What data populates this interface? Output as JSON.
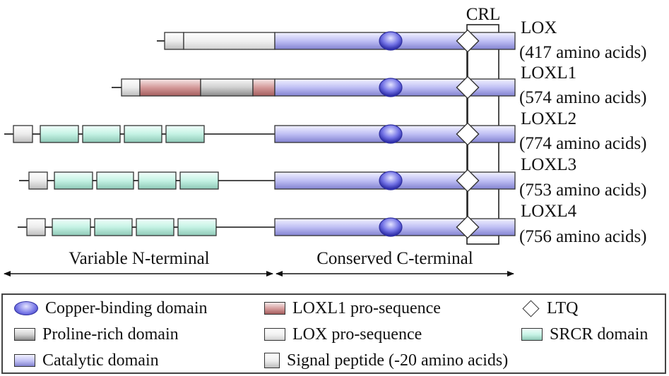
{
  "crl_label": "CRL",
  "proteins": [
    {
      "name": "LOX",
      "length_text": "(417 amino acids)",
      "segments": [
        {
          "type": "line",
          "start": 222,
          "end": 233
        },
        {
          "type": "signal",
          "start": 233,
          "end": 260
        },
        {
          "type": "lox_pro",
          "start": 260,
          "end": 389
        },
        {
          "type": "catalytic",
          "start": 389,
          "end": 729
        }
      ]
    },
    {
      "name": "LOXL1",
      "length_text": "(574 amino acids)",
      "segments": [
        {
          "type": "line",
          "start": 158,
          "end": 172
        },
        {
          "type": "signal",
          "start": 172,
          "end": 198
        },
        {
          "type": "loxl1_pro",
          "start": 198,
          "end": 284
        },
        {
          "type": "proline",
          "start": 284,
          "end": 358
        },
        {
          "type": "loxl1_pro",
          "start": 358,
          "end": 389
        },
        {
          "type": "catalytic",
          "start": 389,
          "end": 729
        }
      ]
    },
    {
      "name": "LOXL2",
      "length_text": "(774 amino acids)",
      "segments": [
        {
          "type": "line",
          "start": 6,
          "end": 19
        },
        {
          "type": "signal",
          "start": 19,
          "end": 46
        },
        {
          "type": "line",
          "start": 46,
          "end": 57
        },
        {
          "type": "srcr",
          "start": 57,
          "end": 111
        },
        {
          "type": "line",
          "start": 111,
          "end": 117
        },
        {
          "type": "srcr",
          "start": 117,
          "end": 170
        },
        {
          "type": "line",
          "start": 170,
          "end": 176
        },
        {
          "type": "srcr",
          "start": 176,
          "end": 229
        },
        {
          "type": "line",
          "start": 229,
          "end": 235
        },
        {
          "type": "srcr",
          "start": 235,
          "end": 289
        },
        {
          "type": "line",
          "start": 289,
          "end": 389
        },
        {
          "type": "catalytic",
          "start": 389,
          "end": 729
        }
      ]
    },
    {
      "name": "LOXL3",
      "length_text": "(753 amino acids)",
      "segments": [
        {
          "type": "line",
          "start": 27,
          "end": 41
        },
        {
          "type": "signal",
          "start": 41,
          "end": 67
        },
        {
          "type": "line",
          "start": 67,
          "end": 77
        },
        {
          "type": "srcr",
          "start": 77,
          "end": 131
        },
        {
          "type": "line",
          "start": 131,
          "end": 137
        },
        {
          "type": "srcr",
          "start": 137,
          "end": 189
        },
        {
          "type": "line",
          "start": 189,
          "end": 196
        },
        {
          "type": "srcr",
          "start": 196,
          "end": 249
        },
        {
          "type": "line",
          "start": 249,
          "end": 255
        },
        {
          "type": "srcr",
          "start": 255,
          "end": 309
        },
        {
          "type": "line",
          "start": 309,
          "end": 389
        },
        {
          "type": "catalytic",
          "start": 389,
          "end": 729
        }
      ]
    },
    {
      "name": "LOXL4",
      "length_text": "(756 amino acids)",
      "segments": [
        {
          "type": "line",
          "start": 25,
          "end": 38
        },
        {
          "type": "signal",
          "start": 38,
          "end": 64
        },
        {
          "type": "line",
          "start": 64,
          "end": 74
        },
        {
          "type": "srcr",
          "start": 74,
          "end": 128
        },
        {
          "type": "line",
          "start": 128,
          "end": 134
        },
        {
          "type": "srcr",
          "start": 134,
          "end": 187
        },
        {
          "type": "line",
          "start": 187,
          "end": 193
        },
        {
          "type": "srcr",
          "start": 193,
          "end": 246
        },
        {
          "type": "line",
          "start": 246,
          "end": 252
        },
        {
          "type": "srcr",
          "start": 252,
          "end": 306
        },
        {
          "type": "line",
          "start": 306,
          "end": 389
        },
        {
          "type": "catalytic",
          "start": 389,
          "end": 729
        }
      ]
    }
  ],
  "region_labels": {
    "variable": "Variable N-terminal",
    "conserved": "Conserved C-terminal"
  },
  "legend": {
    "copper": "Copper-binding domain",
    "loxl1_pro": "LOXL1 pro-sequence",
    "ltq": "LTQ",
    "proline": "Proline-rich domain",
    "lox_pro": "LOX pro-sequence",
    "srcr": "SRCR domain",
    "catalytic": "Catalytic domain",
    "signal": "Signal peptide (-20 amino acids)"
  },
  "colors": {
    "catalytic": "#bcbcf2",
    "copper": "#4a4ad6",
    "loxl1_pro": "#d49a9a",
    "proline": "#cfcfcf",
    "lox_pro": "#f0f0f0",
    "srcr": "#c4f2e4",
    "signal": "#ececec"
  }
}
